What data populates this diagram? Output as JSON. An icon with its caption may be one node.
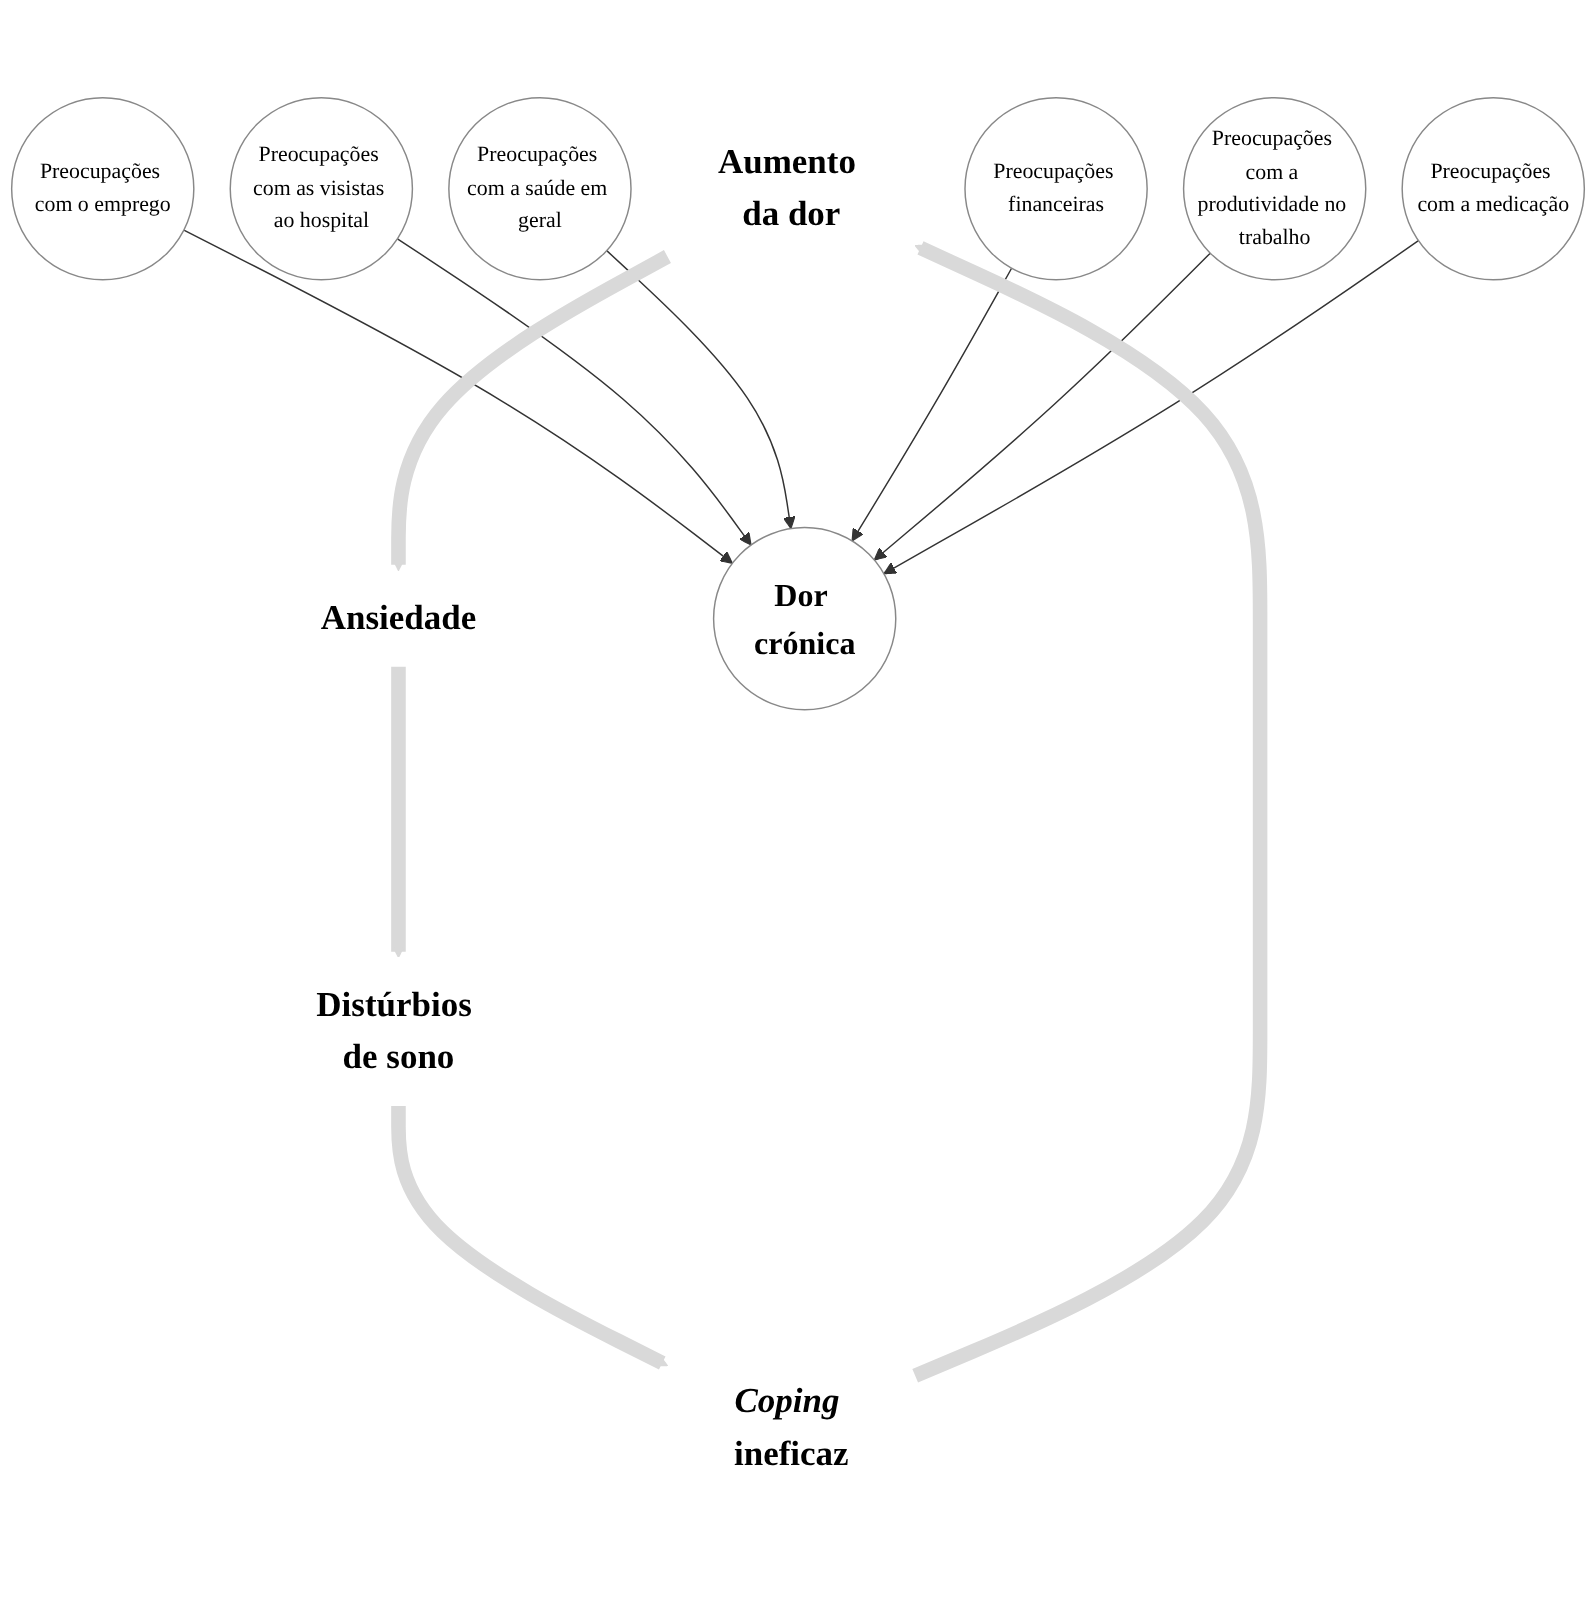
{
  "diagram": {
    "nodes": [
      {
        "text": [
          "Aumento da dor"
        ]
      },
      {
        "text": [
          "Preocupações com o emprego"
        ]
      },
      {
        "text": [
          "Ansiedade"
        ]
      },
      {
        "text": [
          "Preocupações com as visistas ao hospital"
        ]
      },
      {
        "text": [
          "Preocupações com a saúde em geral"
        ]
      },
      {
        "text": [
          "Dor crónica"
        ]
      },
      {
        "text": [
          "Preocupações financeiras"
        ]
      },
      {
        "text": [
          "Preocupações com a produtividade no trabalho"
        ]
      },
      {
        "text": [
          "Preocupações com a medicação"
        ]
      },
      {
        "text": [
          "*Coping* ineficaz"
        ]
      },
      {
        "text": [
          "Distúrbios de sono"
        ]
      }
    ],
    "edges": [
      {
        "from": 1,
        "to": 5,
        "arrow": "to"
      },
      {
        "from": 3,
        "to": 5,
        "arrow": "to"
      },
      {
        "from": 4,
        "to": 5,
        "arrow": "to"
      },
      {
        "from": 6,
        "to": 5,
        "arrow": "to"
      },
      {
        "from": 7,
        "to": 5,
        "arrow": "to"
      },
      {
        "from": 8,
        "to": 5,
        "arrow": "to"
      },
      {
        "from": 0,
        "to": 2,
        "arrow": "to",
        "style": "thick",
        "color": "#d9d9d9"
      },
      {
        "from": 2,
        "to": 10,
        "arrow": "to",
        "style": "thick",
        "color": "#d9d9d9"
      },
      {
        "from": 10,
        "to": 9,
        "arrow": "to",
        "style": "thick",
        "color": "#d9d9d9"
      },
      {
        "from": 9,
        "to": 0,
        "arrow": "to",
        "style": "thick",
        "color": "#d9d9d9"
      }
    ]
  }
}
